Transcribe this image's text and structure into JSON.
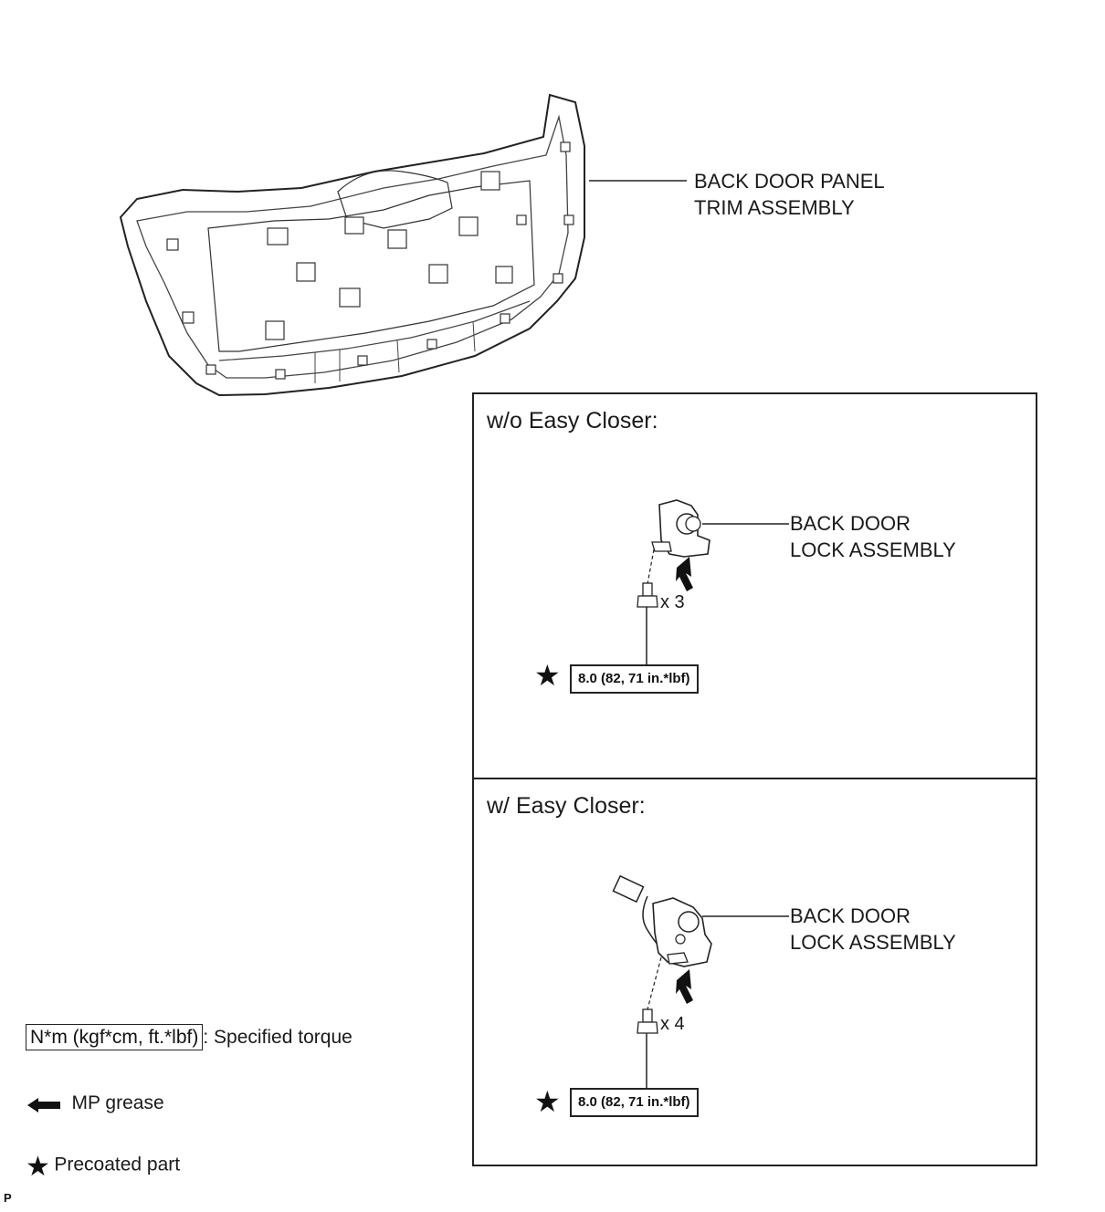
{
  "trim": {
    "label_line1": "BACK DOOR PANEL",
    "label_line2": "TRIM ASSEMBLY"
  },
  "panel_without": {
    "title": "w/o Easy Closer:",
    "lock_line1": "BACK DOOR",
    "lock_line2": "LOCK ASSEMBLY",
    "qty": "x 3",
    "torque": "8.0 (82, 71 in.*lbf)"
  },
  "panel_with": {
    "title": "w/ Easy Closer:",
    "lock_line1": "BACK DOOR",
    "lock_line2": "LOCK ASSEMBLY",
    "qty": "x 4",
    "torque": "8.0 (82, 71 in.*lbf)"
  },
  "legend": {
    "torque_unit": "N*m (kgf*cm, ft.*lbf)",
    "torque_desc": ": Specified torque",
    "grease": "MP grease",
    "precoated": "Precoated part"
  },
  "corner_mark": "P",
  "colors": {
    "line": "#222222",
    "background": "#ffffff"
  }
}
